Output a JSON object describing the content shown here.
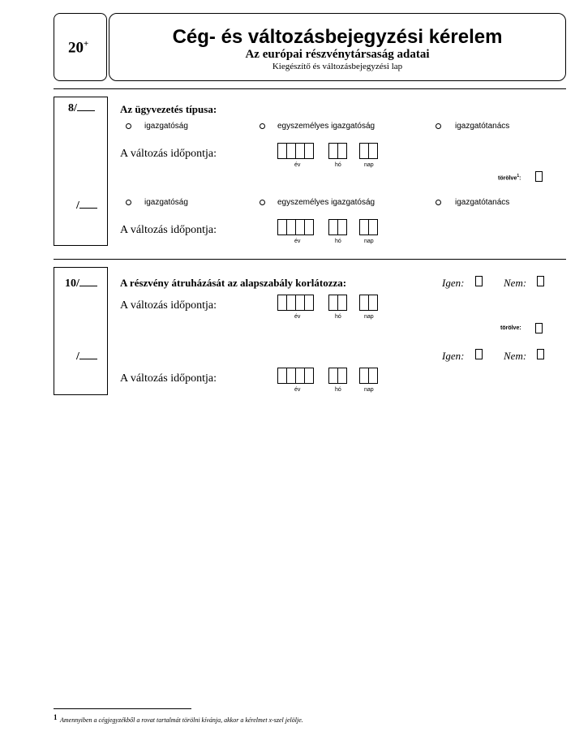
{
  "header": {
    "code": "20",
    "code_sup": "+",
    "title": "Cég- és változásbejegyzési kérelem",
    "subtitle": "Az európai részvénytársaság adatai",
    "sheet": "Kiegészítő és változásbejegyzési lap"
  },
  "section8": {
    "number": "8/",
    "number2": "/",
    "heading": "Az ügyvezetés típusa:",
    "options": [
      "igazgatóság",
      "egyszemélyes igazgatóság",
      "igazgatótanács"
    ],
    "date_label": "A változás időpontja:",
    "torolve": "törölve",
    "torolve_sup": "1",
    "torolve_colon": ":"
  },
  "section10": {
    "number": "10/",
    "number2": "/",
    "heading": "A részvény átruházását az alapszabály korlátozza:",
    "yes": "Igen:",
    "no": "Nem:",
    "date_label": "A változás időpontja:",
    "torolve": "törölve:"
  },
  "date_parts": {
    "year": "év",
    "month": "hó",
    "day": "nap"
  },
  "footnote": {
    "mark": "1",
    "text": "Amennyiben a cégjegyzékből a rovat tartalmát törölni kívánja, akkor a kérelmet x-szel jelölje."
  }
}
